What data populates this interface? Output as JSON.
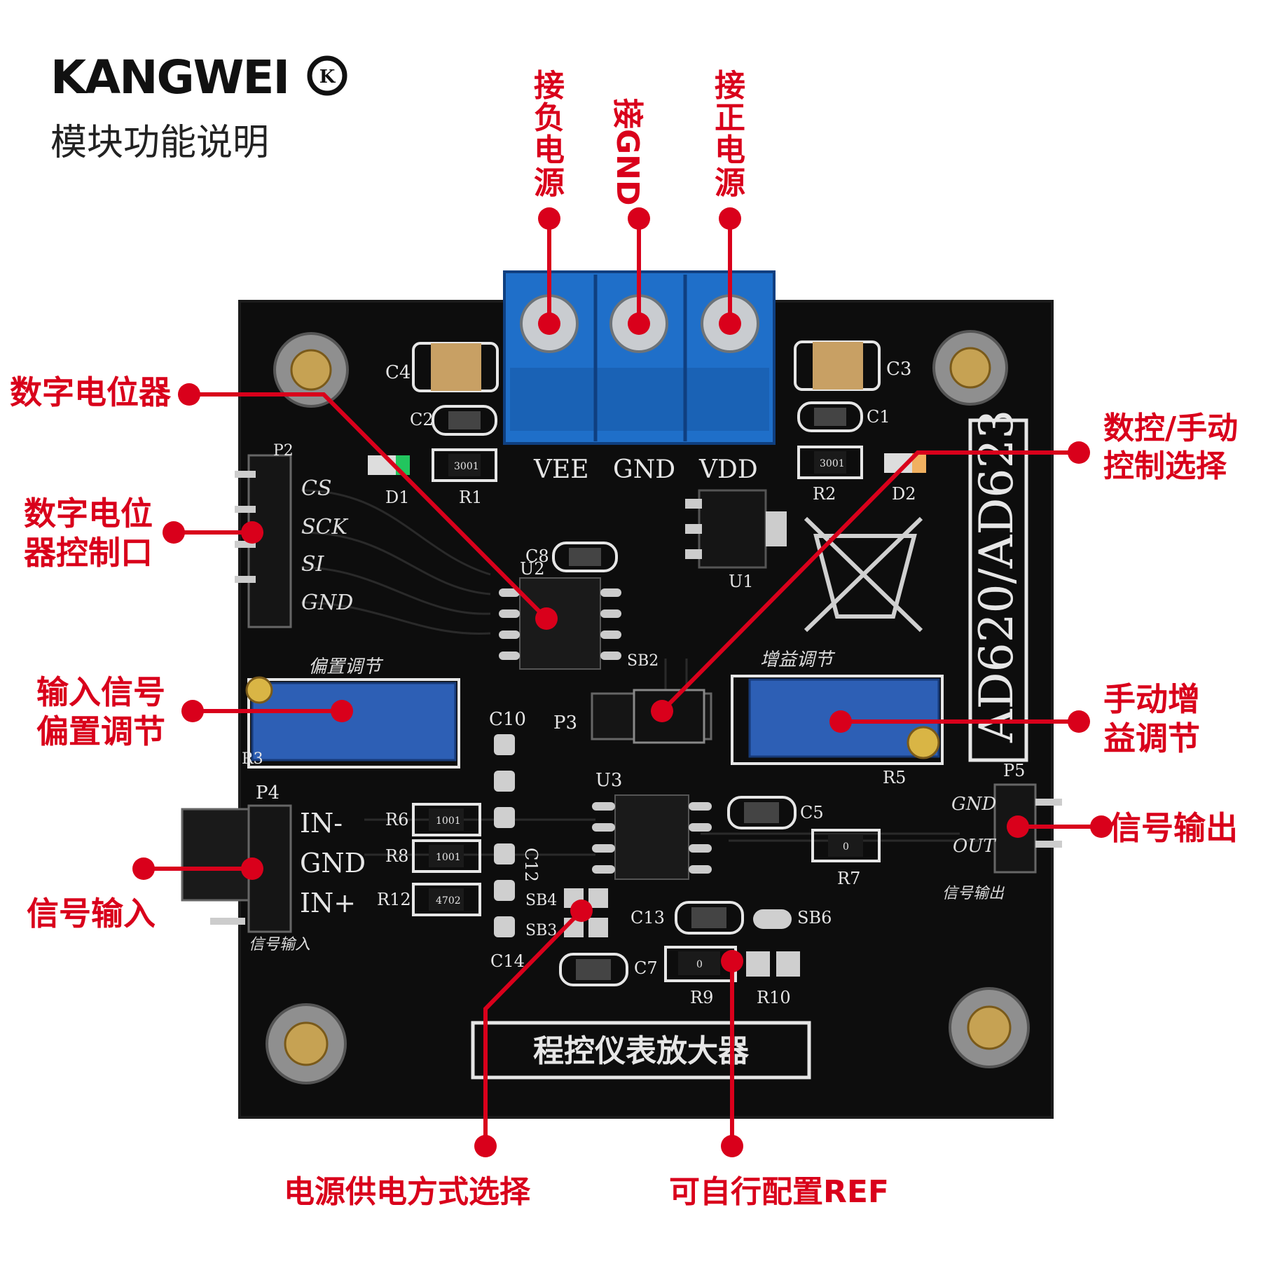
{
  "brand": {
    "logo_text": "KANGWEI",
    "logo_mark": "K",
    "subtitle": "模块功能说明"
  },
  "colors": {
    "callout_red": "#d9001b",
    "pcb_black": "#0d0d0d",
    "terminal_blue": "#1f6fc9",
    "trimpot_blue": "#2d5fb5"
  },
  "board": {
    "model_label": "AD620/AD623",
    "title_label": "程控仪表放大器",
    "power_pins": [
      "VEE",
      "GND",
      "VDD"
    ],
    "spi_pins": [
      "CS",
      "SCK",
      "SI",
      "GND"
    ],
    "input_pins": [
      "IN-",
      "GND",
      "IN+"
    ],
    "output_pins": [
      "GND",
      "OUT"
    ],
    "silk_offset": "偏置调节",
    "silk_gain": "增益调节",
    "silk_in": "信号输入",
    "silk_out": "信号输出",
    "refs": {
      "c4": "C4",
      "c3": "C3",
      "c2": "C2",
      "c1": "C1",
      "c8": "C8",
      "c10": "C10",
      "c12": "C12",
      "c14": "C14",
      "c13": "C13",
      "c7": "C7",
      "c5": "C5",
      "d1": "D1",
      "d2": "D2",
      "r1": "R1",
      "r2": "R2",
      "u1": "U1",
      "u2": "U2",
      "u3": "U3",
      "p2": "P2",
      "p3": "P3",
      "p4": "P4",
      "p5": "P5",
      "r3": "R3",
      "r5": "R5",
      "r6": "R6",
      "r8": "R8",
      "r12": "R12",
      "r7": "R7",
      "r9": "R9",
      "r10": "R10",
      "sb2": "SB2",
      "sb4": "SB4",
      "sb3": "SB3",
      "sb6": "SB6",
      "res_3001a": "3001",
      "res_3001b": "3001",
      "res_1001a": "1001",
      "res_1001b": "1001",
      "res_4702": "4702",
      "res_0a": "0",
      "res_0b": "0"
    }
  },
  "callouts": {
    "neg_power": "接负电源",
    "gnd": "接GND",
    "pos_power": "接正电源",
    "digital_pot": "数字电位器",
    "digital_pot_ctrl_line1": "数字电位",
    "digital_pot_ctrl_line2": "器控制口",
    "mode_select_line1": "数控/手动",
    "mode_select_line2": "控制选择",
    "offset_adj_line1": "输入信号",
    "offset_adj_line2": "偏置调节",
    "gain_adj_line1": "手动增",
    "gain_adj_line2": "益调节",
    "signal_output": "信号输出",
    "signal_input": "信号输入",
    "power_mode": "电源供电方式选择",
    "ref_config": "可自行配置REF"
  }
}
